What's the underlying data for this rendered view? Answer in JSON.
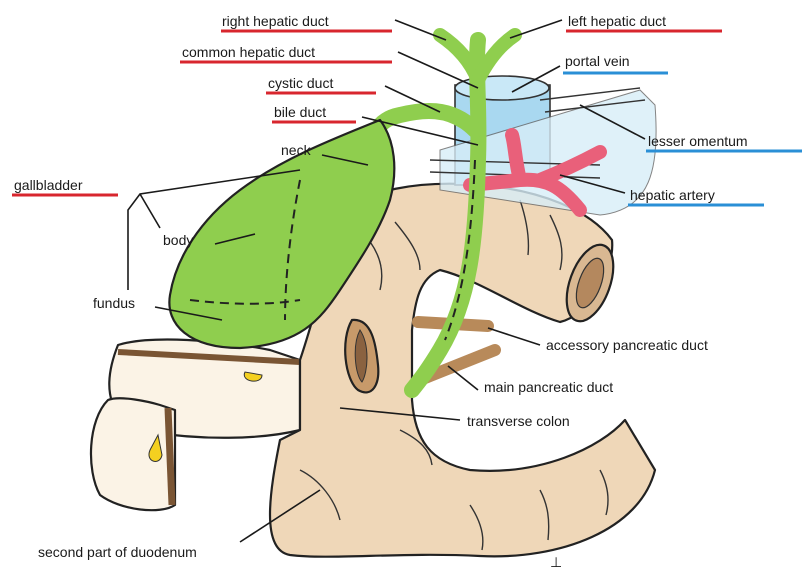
{
  "colors": {
    "underline_red": "#d8262e",
    "underline_blue": "#2a8fd6",
    "gallbladder": "#8fce4e",
    "duodenum": "#efd7b8",
    "portal_vein": "#a9d8f0",
    "hepatic_artery": "#e9607a",
    "pancreatic_duct": "#b88a5a"
  },
  "labels": {
    "right_hepatic_duct": "right hepatic duct",
    "left_hepatic_duct": "left hepatic duct",
    "common_hepatic_duct": "common hepatic duct",
    "portal_vein": "portal vein",
    "cystic_duct": "cystic duct",
    "bile_duct": "bile duct",
    "lesser_omentum": "lesser omentum",
    "neck": "neck",
    "gallbladder": "gallbladder",
    "hepatic_artery": "hepatic artery",
    "body": "body",
    "fundus": "fundus",
    "accessory_pancreatic_duct": "accessory pancreatic duct",
    "main_pancreatic_duct": "main pancreatic duct",
    "transverse_colon": "transverse colon",
    "second_part_of_duodenum": "second part of duodenum"
  }
}
